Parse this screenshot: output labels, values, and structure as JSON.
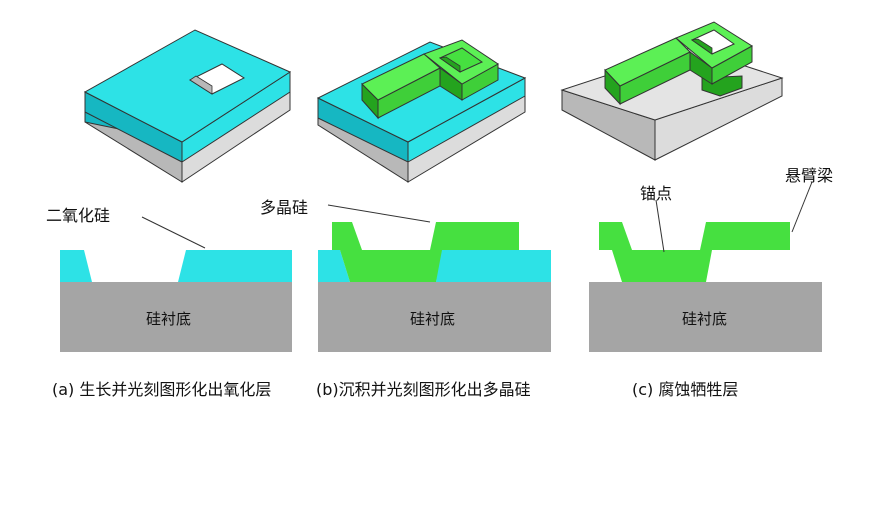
{
  "colors": {
    "oxide": "#2de2e6",
    "oxide_side": "#16b7c2",
    "polysilicon": "#46e040",
    "polysilicon_dark": "#24a31e",
    "substrate": "#a5a5a5",
    "substrate_light": "#d9d9d9",
    "outline": "#333333"
  },
  "panels": [
    {
      "id": "a",
      "caption": "(a) 生长并光刻图形化出氧化层",
      "substrate_label": "硅衬底",
      "callouts": [
        "二氧化硅"
      ]
    },
    {
      "id": "b",
      "caption": "(b)沉积并光刻图形化出多晶硅",
      "substrate_label": "硅衬底",
      "callouts": [
        "多晶硅"
      ]
    },
    {
      "id": "c",
      "caption": "(c) 腐蚀牺牲层",
      "substrate_label": "硅衬底",
      "callouts": [
        "锚点",
        "悬臂梁"
      ]
    }
  ]
}
